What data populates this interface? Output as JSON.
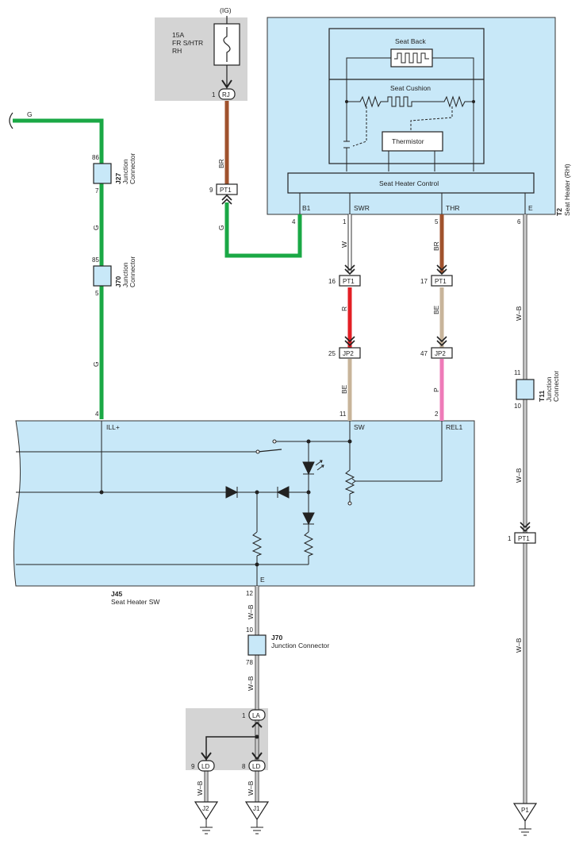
{
  "fuse": {
    "source": "(IG)",
    "rating": "15A",
    "name_line1": "FR S/HTR",
    "name_line2": "RH",
    "pin": "1",
    "connector": "RJ"
  },
  "seat_heater": {
    "code": "T2",
    "name": "Seat Heater (RH)",
    "seat_back": "Seat Back",
    "seat_cushion": "Seat Cushion",
    "thermistor": "Thermistor",
    "control": "Seat Heater Control",
    "terminals": [
      "B1",
      "SWR",
      "THR",
      "E"
    ],
    "pins": [
      "4",
      "1",
      "5",
      "6"
    ]
  },
  "junction_j27": {
    "code": "J27",
    "name_line1": "Junction",
    "name_line2": "Connector",
    "pin_top": "86",
    "pin_bottom": "7"
  },
  "junction_j70_upper": {
    "code": "J70",
    "name_line1": "Junction",
    "name_line2": "Connector",
    "pin_top": "85",
    "pin_bottom": "5"
  },
  "junction_t11": {
    "code": "T11",
    "name_line1": "Junction",
    "name_line2": "Connector",
    "pin_top": "11",
    "pin_bottom": "10"
  },
  "junction_j70_lower": {
    "code": "J70",
    "name": "Junction Connector",
    "pin_top": "10",
    "pin_bottom": "78"
  },
  "switch": {
    "code": "J45",
    "name": "Seat Heater SW",
    "terminals": [
      "ILL+",
      "SW",
      "REL1",
      "E"
    ],
    "pins": [
      "4",
      "11",
      "2",
      "12"
    ]
  },
  "wires": {
    "g_top": "G",
    "g_mid": "G",
    "g_low": "G",
    "g_pt1": "G",
    "br_fuse": "BR",
    "w_swr": "W",
    "br_thr": "BR",
    "r": "R",
    "be_sw": "BE",
    "be_thr": "BE",
    "p": "P",
    "wb_t11_top": "W–B",
    "wb_t11_mid": "W–B",
    "wb_t11_low": "W–B",
    "wb_j45": "W–B",
    "wb_j70": "W–B",
    "wb_j2": "W–B",
    "wb_j1": "W–B"
  },
  "connectors": {
    "pt1_fuse": {
      "pin": "9",
      "label": "PT1"
    },
    "pt1_swr": {
      "pin": "16",
      "label": "PT1"
    },
    "pt1_thr": {
      "pin": "17",
      "label": "PT1"
    },
    "jp2_sw": {
      "pin": "25",
      "label": "JP2"
    },
    "jp2_thr": {
      "pin": "47",
      "label": "JP2"
    },
    "pt1_ground": {
      "pin": "1",
      "label": "PT1"
    },
    "la": {
      "pin": "1",
      "label": "LA"
    },
    "ld_left": {
      "pin": "9",
      "label": "LD"
    },
    "ld_right": {
      "pin": "8",
      "label": "LD"
    }
  },
  "grounds": [
    "J2",
    "J1",
    "P1"
  ],
  "colors": {
    "panel_blue": "#c8e8f8",
    "panel_gray": "#d4d4d4",
    "green": "#1aa845",
    "brown": "#a0522d",
    "red": "#e31e24",
    "beige": "#c8b49a",
    "pink": "#ee7bb8",
    "white_wire": "#ffffff"
  }
}
